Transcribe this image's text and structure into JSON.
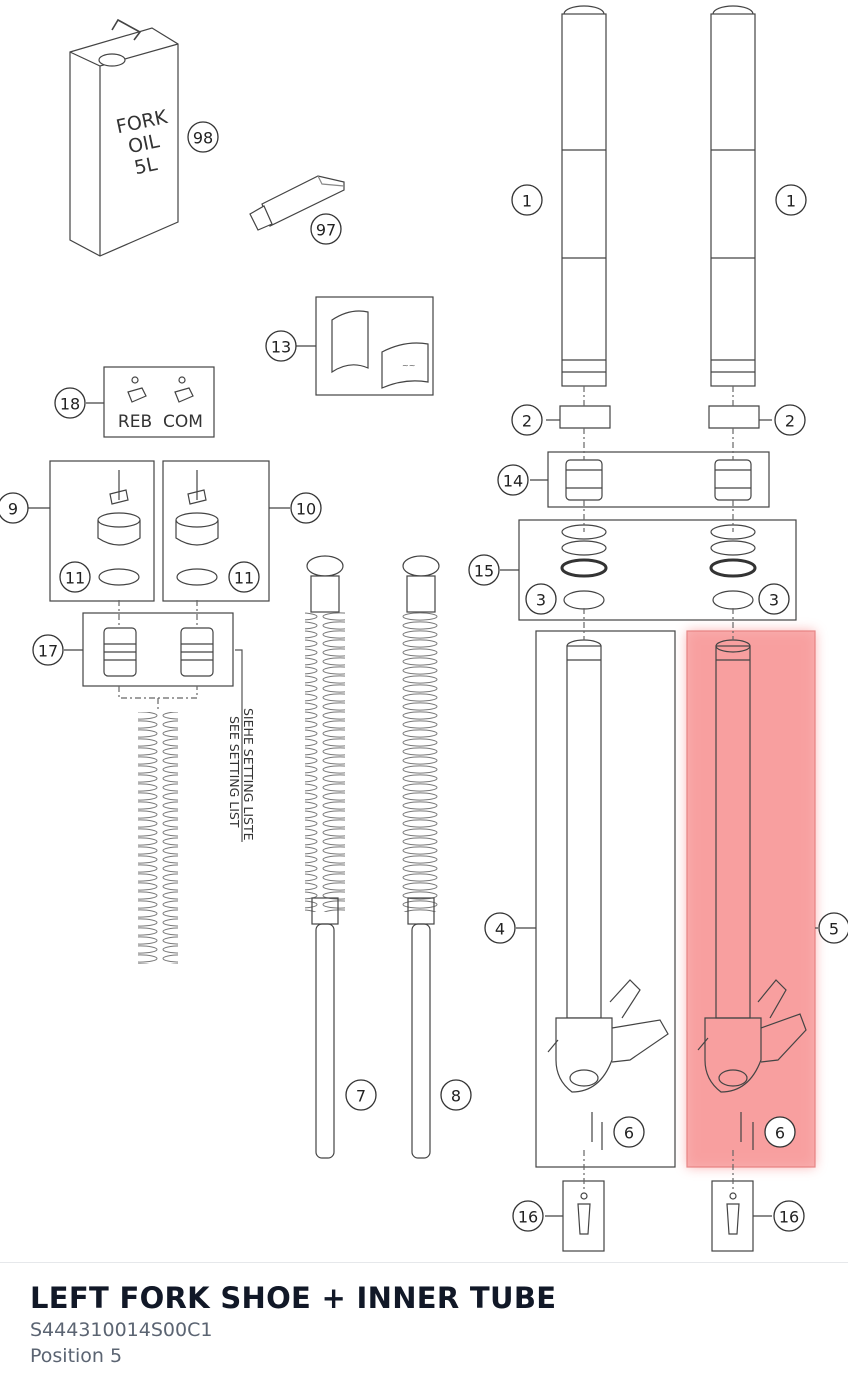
{
  "diagram": {
    "can": {
      "lines": [
        "FORK",
        "OIL",
        "5L"
      ]
    },
    "callouts": {
      "c1a": "1",
      "c1b": "1",
      "c2a": "2",
      "c2b": "2",
      "c3a": "3",
      "c3b": "3",
      "c4": "4",
      "c5": "5",
      "c6a": "6",
      "c6b": "6",
      "c7": "7",
      "c8": "8",
      "c9": "9",
      "c10": "10",
      "c11a": "11",
      "c11b": "11",
      "c13": "13",
      "c14": "14",
      "c15": "15",
      "c16a": "16",
      "c16b": "16",
      "c17": "17",
      "c18": "18",
      "c97": "97",
      "c98": "98"
    },
    "adjusters": {
      "reb": "REB",
      "com": "COM"
    },
    "setting_note": {
      "line1": "SIEHE SETTING LISTE",
      "line2": "SEE SETTING LIST"
    },
    "highlight_color": "#f87171"
  },
  "part": {
    "title": "LEFT FORK SHOE + INNER TUBE",
    "code": "S444310014S00C1",
    "position": "Position 5"
  }
}
